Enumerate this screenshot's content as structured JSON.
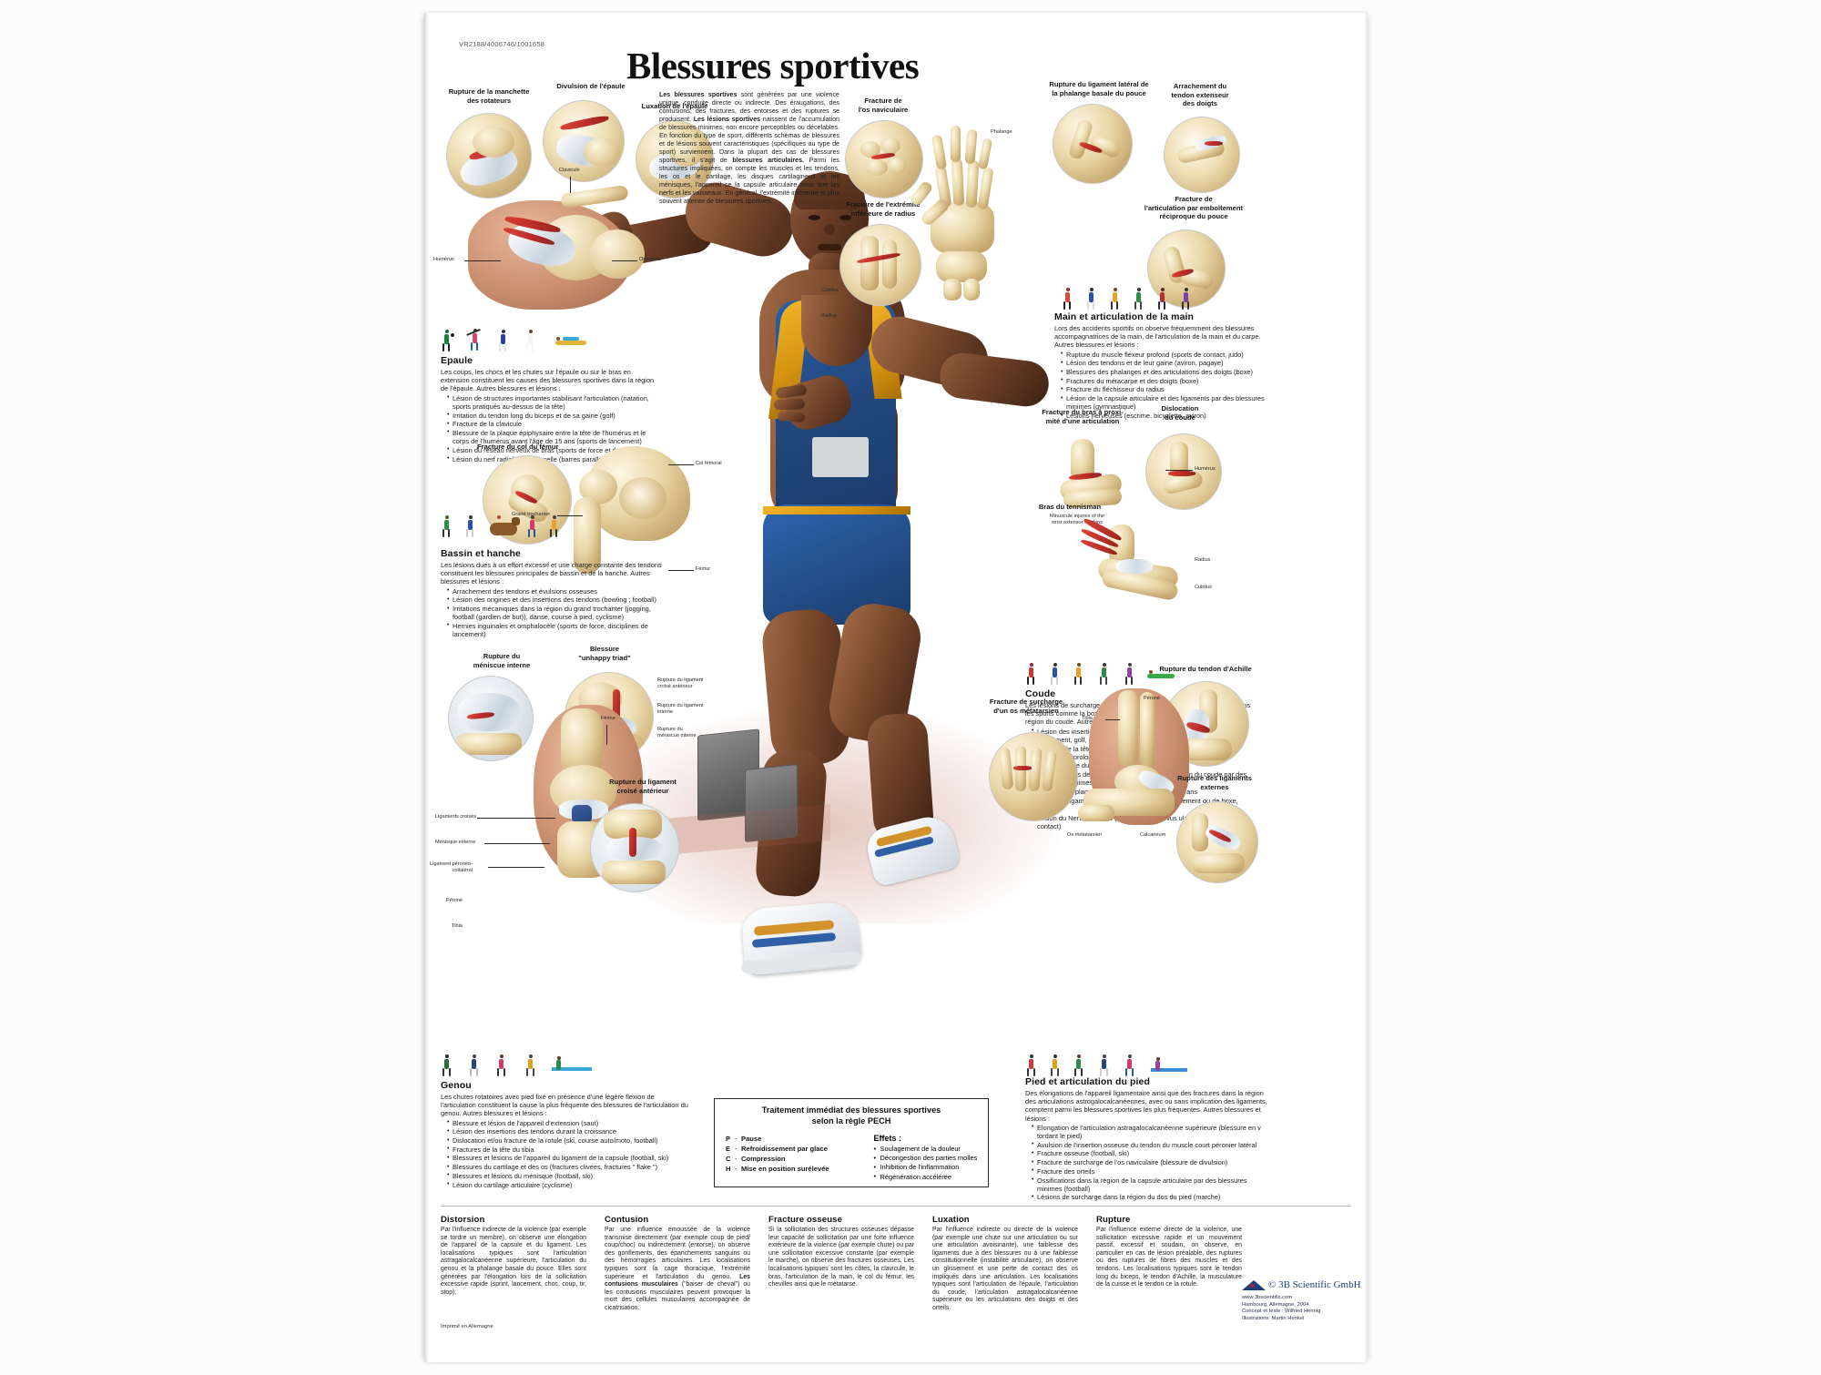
{
  "meta": {
    "catalog_number": "VR2188/4006746/1001658",
    "title": "Blessures sportives",
    "printed_note": "Imprimé en Allemagne"
  },
  "intro": {
    "paragraph_1_bold": "Les blessures sportives",
    "paragraph_1": "sont générées par une violence unique, conduite directe ou indirecte. Des éraugations, des contusions, des fractures, des entorses et des ruptures se produisent.",
    "paragraph_2_bold": "Les lésions sportives",
    "paragraph_2": "naissent de l'accumulation de blessures minimes, non encore perceptibles ou décelables. En fonction du type de sport, différents schémas de blessures et de lésions souvent caractéristiques (spécifiques au type de sport) surviennent. Dans la plupart des cas de blessures sportives, il s'agit de",
    "paragraph_3_bold": "blessures articulaires.",
    "paragraph_3": "Parmi les structures impliquées, on compte les muscles et les tendons, les os et le cartilage, les disques cartilagineux et les ménisques, l'appareil ce la capsule articulaire ainsi que les nerfs et les vaisseaux. En général, l'extrémité inférieure et plus souvent atteinte de blessures sportives."
  },
  "sections": {
    "epaule": {
      "heading": "Epaule",
      "intro": "Les coups, les chocs et les chutes sur l'épaule ou sur le bras en extension constituent les causes des blessures sportives dans la région de l'épaule. Autres blessures et lésions :",
      "items": [
        "Lésion de structures importantes stabilisant l'articulation (natation, sports pratiqués au-dessus de la tête)",
        "Irritation du tendon long du biceps et de sa gaine (golf)",
        "Fracture de la clavicule",
        "Blessure de la plaque épiphysaire entre la tête de l'humérus et le corps de l'humérus avant l'âge de 15 ans (sports de lancement)",
        "Lésion du réseau nerveux de bras (sports de force et de contact)",
        "Lésion du nerf radial dans l'aisselle (barres parallèles, barres fixes)"
      ]
    },
    "bassin": {
      "heading": "Bassin et hanche",
      "intro": "Les lésions dues à un effort excessif et une charge constante des tendons constituent les blessures principales de bassin et de la hanche. Autres blessures et lésions :",
      "items": [
        "Arrachement des tendons et évulsions osseuses",
        "Lésion des origines et des insertions des tendons (bowling ; football)",
        "Irritations mécaniques dans la région du grand trochanter (jogging, football (gardien de but)), danse, course à pied, cyclisme)",
        "Hernies inguinales et omphalocèle (sports de force, disciplines de lancement)"
      ]
    },
    "genou": {
      "heading": "Genou",
      "intro": "Les chutes rotatoires avec pied fixé en présence d'une légère flexion de l'articulation constituent la cause la plus fréquente des blessures de l'articulation du genou. Autres blessures et lésions :",
      "items": [
        "Blessure et lésion de l'appareil d'extension (saut)",
        "Lésion des insertions des tendons durant la croissance",
        "Dislocation et/ou fracture de la rotule (ski, course auto/moto, football)",
        "Fractures de la tête du tibia",
        "Blessures et lésions de l'appareil du ligament de la capsule (football, ski)",
        "Blessures du cartilage et des os (fractures clivées, fractures \" flake \")",
        "Blessures et lésions du ménisque (football, ski)",
        "Lésion du cartilage articulaire (cyclisme)"
      ]
    },
    "main": {
      "heading": "Main et articulation de la main",
      "intro": "Lors des accidents sportifs on observe fréquemment des blessures accompagnatrices de la main, de l'articulation de la main et du carpe. Autres blessures et lésions :",
      "items": [
        "Rupture du muscle fléxeur profond (sports de contact, judo)",
        "Lésion des tendons et de leur gaine (aviron, pagaye)",
        "Blessures des phalanges et des articulations des doigts (boxe)",
        "Fractures du métacarpe et des doigts (boxe)",
        "Fracture du fléchisseur du radius",
        "Lésion de la capsule articulaire et des ligaments par des blessures minimes (gymnastique)",
        "Lésions nerveuses (escrime, bicyclette, aviron)"
      ]
    },
    "coude": {
      "heading": "Coude",
      "intro": "Les lésions de surcharge, surtout dans les disciplines de lancement et dans les sports comme la boxe, etc., sont les blessures prédominantes dans la région du coude. Autres blessures et lésions :",
      "items": [
        "Lésion des insertions des tendons des muscles fléchisseurs (lancement, golf, escalade) et des muscles extenseurs (fléchettes)",
        "Fracture de la tête du radius ou du col du radius (cyclisme)",
        "Fracture du prolongement de l'olécrâne (types de sports à prédominance du contact corporel)",
        "Néoformations de cartilage et d'os dans l'articulation du coude par des blessures minimes répétées (judo)",
        "Lésion de la plaque épiphysaire avant l'âge de 15 ans",
        "Lésion du ligament latéral interne (sports de lancement ou de boxe, etc.)",
        "Lésion du Nervus radialis (tennis) et du Nervus ulnaris (sports de contact)"
      ]
    },
    "pied": {
      "heading": "Pied et articulation du pied",
      "intro": "Des élongations de l'appareil ligamentaire ainsi que des fractures dans la région des articulations astrogalocalcanéennes, avec ou sans implication des ligaments, comptent parmi les blessures sportives les plus fréquentes. Autres blessures et lésions :",
      "items": [
        "Elongation de l'articulation astragalocalcanéenne supérieure (blessure en v tordant le pied)",
        "Avulsion de l'insertion osseuse du tendon du muscle court péronier latéral",
        "Fracture osseuse (football, ski)",
        "Fracture de surcharge de l'os naviculaire (blessure de divulsion)",
        "Fracture des orteils",
        "Ossifications dans la région de la capsule articulaire par des blessures minimes (football)",
        "Lésions de surcharge dans la région du dos du pied (marche)"
      ]
    }
  },
  "callouts": {
    "rupture_manchette": "Rupture de la manchette\ndes rotateurs",
    "divulsion_epaule": "Divulsion de l'épaule",
    "luxation_epaule": "Luxation de l'épaule",
    "fracture_naviculaire": "Fracture de\nl'os naviculaire",
    "fracture_radius": "Fracture de l'extrémité\ninférieure de radius",
    "rupture_ligament_pouce": "Rupture du ligament latéral de\nla phalange basale du pouce",
    "arrachement_tendon": "Arrachement du\ntendon extenseur\ndes doigts",
    "fracture_emboitement": "Fracture de\nl'articulation par emboîtement\nréciproque du pouce",
    "dislocation_coude": "Dislocation\ndu coude",
    "fracture_bras": "Fracture du bras à proxi-\nmité d'une articulation",
    "bras_tennisman": "Bras du tennisman",
    "fracture_col_femur": "Fracture du col du fémur",
    "rupture_menisque": "Rupture du\nméniscue interne",
    "unhappy_triad": "Blessure\n\"unhappy triad\"",
    "rupture_ligament_croise": "Rupture du ligament\ncroisé antérieur",
    "rupture_tendon_achille": "Rupture du tendon d'Achille",
    "fracture_metatarsien": "Fracture de surcharge\nd'un os métatarsien",
    "rupture_ligaments_externes": "Rupture des ligaments\nexternes"
  },
  "anat_labels": {
    "clavicule": "Clavicule",
    "omoplate": "Omoplate",
    "humerus": "Humérus",
    "humerus2": "Humérus",
    "cubitus": "Cubitus",
    "cubitus2": "Cubitus",
    "radius": "Radius",
    "radius2": "Radius",
    "col_femur": "Col fémoral",
    "grand_trochanter": "Grand trochanter",
    "femur_lbl": "Fémur",
    "femur_knee": "Fémur",
    "ligaments_croises": "Ligaments croisés",
    "menisque_externe": "Ménisque externe",
    "ligament_peroneo": "Ligament péronéo-\ncollatéral",
    "peroné": "Péroné",
    "tibia": "Tibia",
    "tibia_ankle": "Tibia",
    "peroné_ankle": "Péroné",
    "osmetatarsien": "Os métatarsien",
    "calcaneum": "Calcaneum",
    "phalange": "Phalange",
    "triad_1": "Rupture du ligament\ncroisé antérieur",
    "triad_2": "Rupture du ligament\ninterne",
    "triad_3": "Rupture du\nméniscue interne",
    "muscle_tendon": "Minuscule injuries of the\nwrist extensor tendons"
  },
  "pech": {
    "title_line1": "Traitement immédiat des blessures sportives",
    "title_line2": "selon la règle PECH",
    "rows": [
      {
        "key": "P",
        "label": "Pause"
      },
      {
        "key": "E",
        "label": "Refroidissement par glace"
      },
      {
        "key": "C",
        "label": "Compression"
      },
      {
        "key": "H",
        "label": "Mise en position surélevée"
      }
    ],
    "effects_heading": "Effets :",
    "effects": [
      "Soulagement de la douleur",
      "Décongestion des parties molles",
      "Inhibition de l'inflammation",
      "Régénération accélérée"
    ]
  },
  "definitions": [
    {
      "heading": "Distorsion",
      "text": "Par l'influence indirecte de la violence (par exemple se tordre un membre), on observe une élongation de l'appareil de la capsule et du ligament. Les localisations typiques sont l'articulation astragalocalcanéenne supérieure, l'articulation du genou et la phalange basale du pouce. Elles sont générées par l'élongation lors de la sollicitation excessive rapide (sprint, lancement, choc, coup, tir, stop)."
    },
    {
      "heading": "Contusion",
      "text": "Par une influence émoussée de la violence transmise directement (par exemple coup de pied/ coup/choc) ou indirectement (entorse), on observe des gonflements, des épanchements sanguins ou des hémorragies articulaires. Les localisations typiques sont la cage thoracique, l'extrémité supérieure et l'articulation du genou.",
      "bold_run": "Les contusions musculaires",
      "text2": "(\"baiser de cheval\") ou les contusions musculaires peuvent provoquer la mort des cellules musculaires accompagnée de cicatrisation."
    },
    {
      "heading": "Fracture osseuse",
      "text": "Si la sollicitation des structures osseuses dépasse leur capacité de sollicitation par une forte influence extérieure de la violence (par exemple chute) ou par une sollicitation excessive constante (par exemple le marche), on observe des fractures osseuses. Les localisations typiques sont les côtes, la clavicule, le bras, l'articulation de la main, le col du fémur, les chevilles ainsi que le métatarse."
    },
    {
      "heading": "Luxation",
      "text": "Par l'influence indirecte ou directe de la violence (par exemple une chute sur une articulation ou sur une articulation avoisinante), une faiblesse des ligaments due à des blessures ou à une faiblesse constitutionnelle (instabilité articulaire), on observe un glissement et une perte de contact des os impliqués dans une articulation. Les localisations typiques sont l'articulation de l'épaule, l'articulation du coude, l'articulation astragalocalcanéenne supérieure ou les articulations des doigts et des orteils."
    },
    {
      "heading": "Rupture",
      "text": "Par l'influence externe directe de la violence, une sollicitation excessive rapide et un mouvement passif, excessif et soudain, on observe, en particulier en cas de lésion préalable, des ruptures ou des ruptures de fibres des muscles et des tendons. Les localisations typiques sont le tendon long du biceps, le tendon d'Achille, la musculature de la cuisse et le tendon ce la rotule."
    }
  ],
  "footer": {
    "copyright": "© 3B Scientific GmbH",
    "website": "www.3bscientific.com",
    "place_year": "Hambourg, Allemagne, 2004",
    "concept": "Concept et texte : Wilfried Hennig",
    "illustrations": "Illustrations: Martin Henkel"
  },
  "colors": {
    "bone": "#e3cf9e",
    "ligament": "#cfdae4",
    "injury_red": "#b51d1a",
    "singlet_blue": "#22487f",
    "singlet_gold": "#e0a21d",
    "logo_blue": "#1d3f7a"
  }
}
